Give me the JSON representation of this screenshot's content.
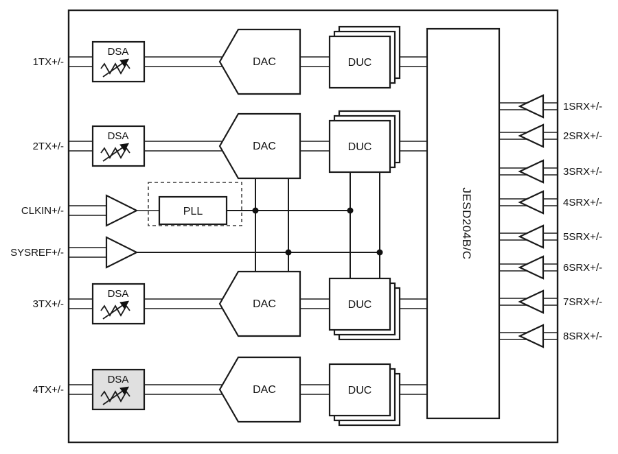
{
  "blocks": {
    "dsa": "DSA",
    "dac": "DAC",
    "duc": "DUC",
    "pll": "PLL",
    "jesd": "JESD204B/C"
  },
  "left_ports": [
    {
      "label": "1TX+/-"
    },
    {
      "label": "2TX+/-"
    },
    {
      "label": "CLKIN+/-"
    },
    {
      "label": "SYSREF+/-"
    },
    {
      "label": "3TX+/-"
    },
    {
      "label": "4TX+/-"
    }
  ],
  "right_ports": [
    {
      "label": "1SRX+/-"
    },
    {
      "label": "2SRX+/-"
    },
    {
      "label": "3SRX+/-"
    },
    {
      "label": "4SRX+/-"
    },
    {
      "label": "5SRX+/-"
    },
    {
      "label": "6SRX+/-"
    },
    {
      "label": "7SRX+/-"
    },
    {
      "label": "8SRX+/-"
    }
  ],
  "colors": {
    "line": "#1a1a1a",
    "background": "#ffffff",
    "dsa4_fill": "#e0e0e0"
  }
}
